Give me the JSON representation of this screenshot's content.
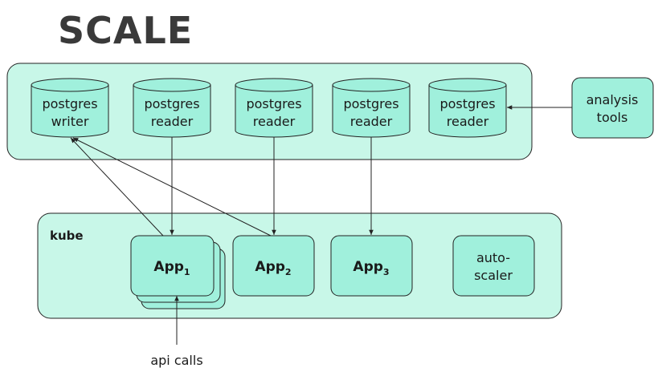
{
  "title": "SCALE",
  "colors": {
    "container_fill": "#c8f7e8",
    "node_fill": "#a0f0dc",
    "stroke": "#222222",
    "title": "#3a3a3a"
  },
  "db_group": {
    "databases": [
      {
        "line1": "postgres",
        "line2": "writer"
      },
      {
        "line1": "postgres",
        "line2": "reader"
      },
      {
        "line1": "postgres",
        "line2": "reader"
      },
      {
        "line1": "postgres",
        "line2": "reader"
      },
      {
        "line1": "postgres",
        "line2": "reader"
      }
    ]
  },
  "analysis_tools": {
    "line1": "analysis",
    "line2": "tools"
  },
  "kube": {
    "label": "kube",
    "apps": [
      {
        "name": "App",
        "sub": "1"
      },
      {
        "name": "App",
        "sub": "2"
      },
      {
        "name": "App",
        "sub": "3"
      }
    ],
    "autoscaler": {
      "line1": "auto-",
      "line2": "scaler"
    }
  },
  "api_calls": "api calls",
  "edges": [
    {
      "from": "postgres-reader-1",
      "to": "app-1"
    },
    {
      "from": "postgres-reader-2",
      "to": "app-2"
    },
    {
      "from": "postgres-reader-3",
      "to": "app-3"
    },
    {
      "from": "app-1",
      "to": "postgres-writer"
    },
    {
      "from": "app-2",
      "to": "postgres-writer"
    },
    {
      "from": "analysis-tools",
      "to": "postgres-reader-4"
    },
    {
      "from": "api-calls",
      "to": "app-1"
    }
  ]
}
